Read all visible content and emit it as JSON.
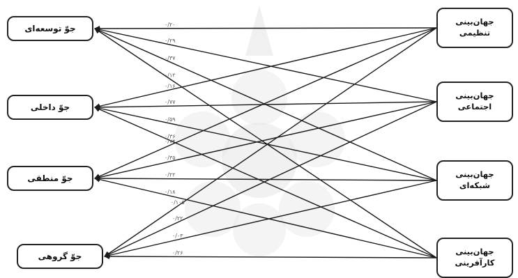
{
  "left_nodes": [
    {
      "label": "جوّ توسعه‌ای"
    },
    {
      "label": "جوّ داخلی"
    },
    {
      "label": "جوّ منطقی"
    },
    {
      "label": "جوّ گروهی"
    }
  ],
  "right_nodes": [
    {
      "line1": "جهان‌بینی",
      "line2": "تنظیمی"
    },
    {
      "line1": "جهان‌بینی",
      "line2": "اجتماعی"
    },
    {
      "line1": "جهان‌بینی",
      "line2": "شبکه‌ای"
    },
    {
      "line1": "جهان‌بینی",
      "line2": "کارآفرینی"
    }
  ],
  "edges": [
    {
      "from": 0,
      "to": 0,
      "coef": "۰/۲۰"
    },
    {
      "from": 0,
      "to": 1,
      "coef": "۰/۲۹"
    },
    {
      "from": 0,
      "to": 2,
      "coef": "۰/۳۷"
    },
    {
      "from": 0,
      "to": 3,
      "coef": "۰/۱۲"
    },
    {
      "from": 1,
      "to": 0,
      "coef": "۰/۱۶"
    },
    {
      "from": 1,
      "to": 1,
      "coef": "۰/۷۷"
    },
    {
      "from": 1,
      "to": 2,
      "coef": "۰/۵۹"
    },
    {
      "from": 1,
      "to": 3,
      "coef": "۰/۳۶"
    },
    {
      "from": 2,
      "to": 0,
      "coef": "۰/۷۴"
    },
    {
      "from": 2,
      "to": 1,
      "coef": "۰/۳۵"
    },
    {
      "from": 2,
      "to": 2,
      "coef": "۰/۲۲"
    },
    {
      "from": 2,
      "to": 3,
      "coef": "۰/۱۸"
    },
    {
      "from": 3,
      "to": 0,
      "coef": "۰/۱۰۵"
    },
    {
      "from": 3,
      "to": 1,
      "coef": "۰/۲۲"
    },
    {
      "from": 3,
      "to": 2,
      "coef": "۰/۰۳"
    },
    {
      "from": 3,
      "to": 3,
      "coef": "۰/۲۶"
    }
  ]
}
